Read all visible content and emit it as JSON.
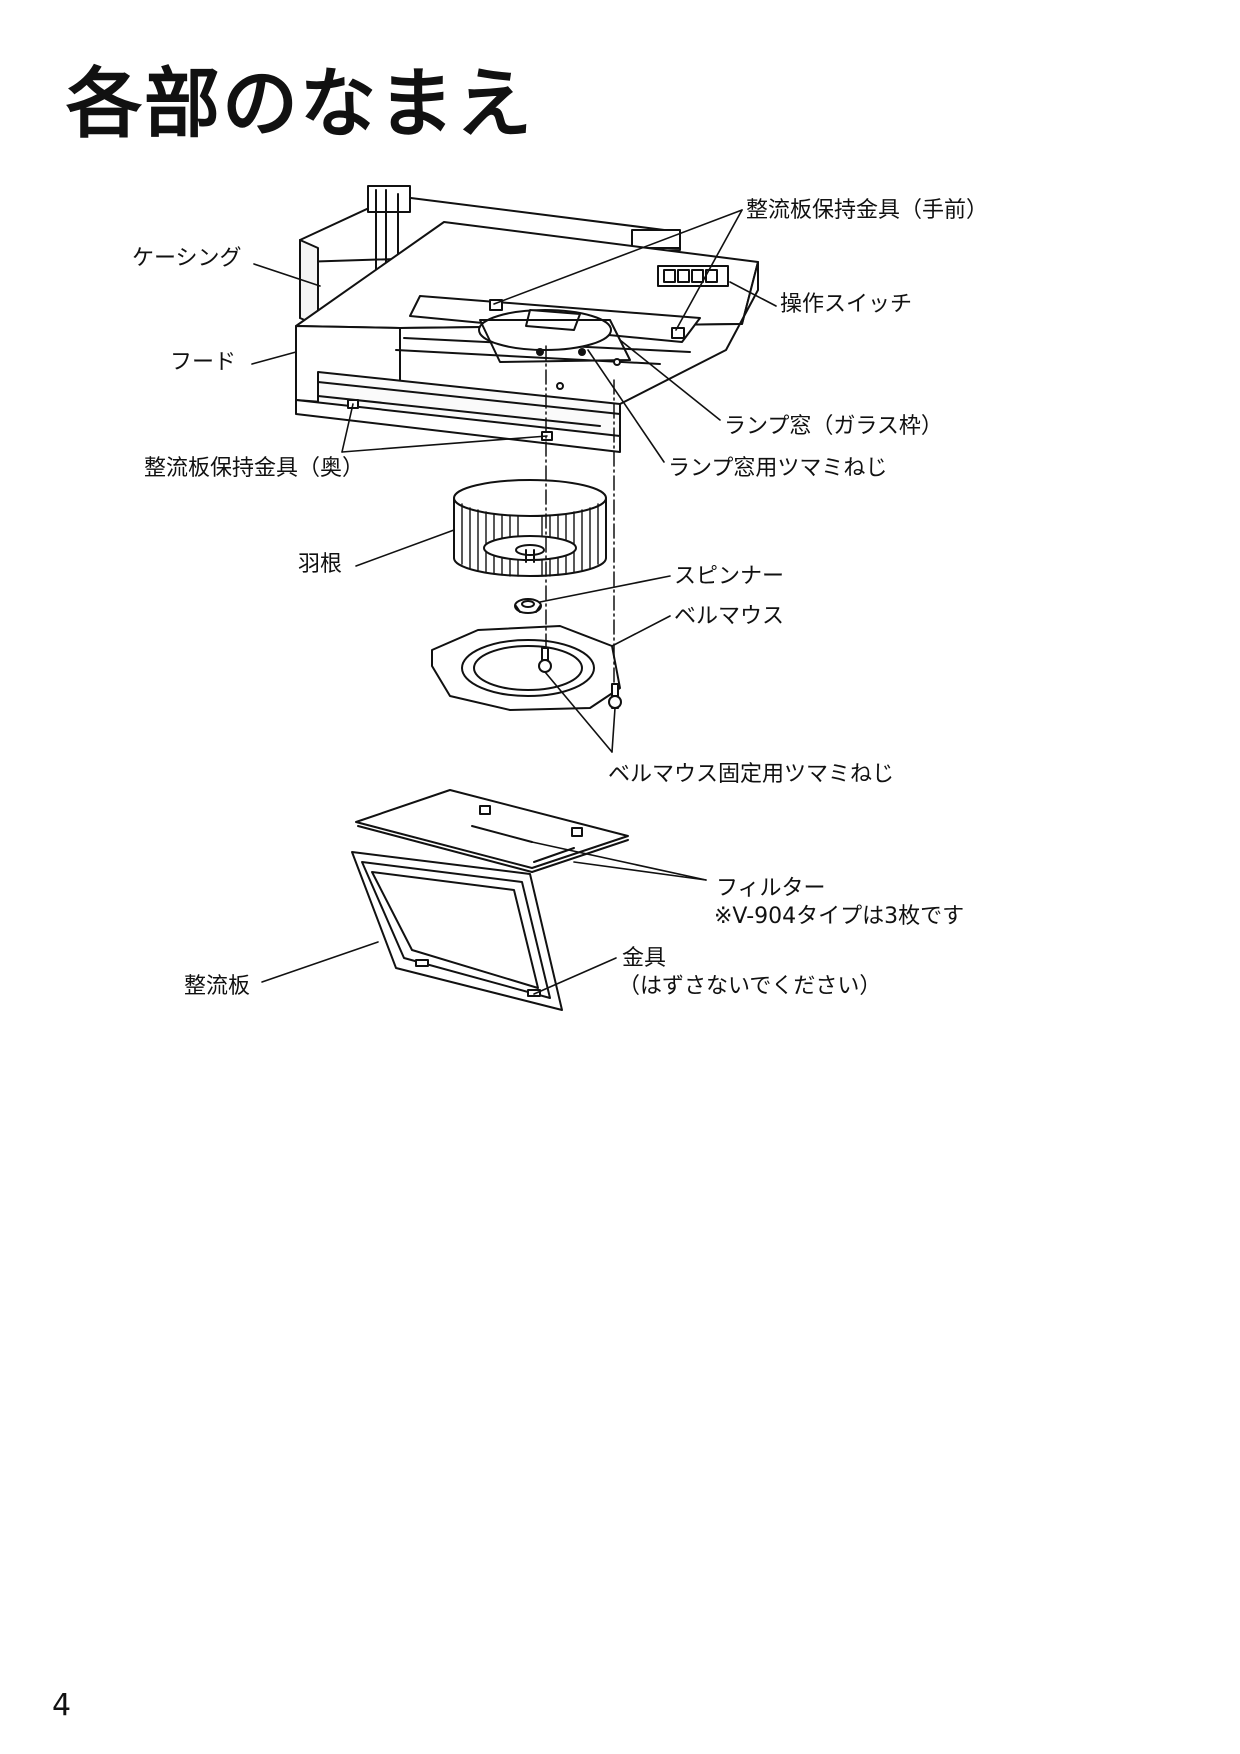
{
  "page": {
    "title": "各部のなまえ",
    "page_number": "4"
  },
  "labels": {
    "casing": "ケーシング",
    "hood": "フード",
    "straightener_bracket_front": "整流板保持金具（手前）",
    "operation_switch": "操作スイッチ",
    "lamp_window": "ランプ窓（ガラス枠）",
    "lamp_window_knob_screw": "ランプ窓用ツマミねじ",
    "straightener_bracket_back": "整流板保持金具（奥）",
    "fan_blade": "羽根",
    "spinner": "スピンナー",
    "bellmouth": "ベルマウス",
    "bellmouth_knob_screw": "ベルマウス固定用ツマミねじ",
    "filter": "フィルター",
    "filter_note": "※V-904タイプは3枚です",
    "straightener_plate": "整流板",
    "fitting": "金具",
    "fitting_note": "（はずさないでください）"
  }
}
